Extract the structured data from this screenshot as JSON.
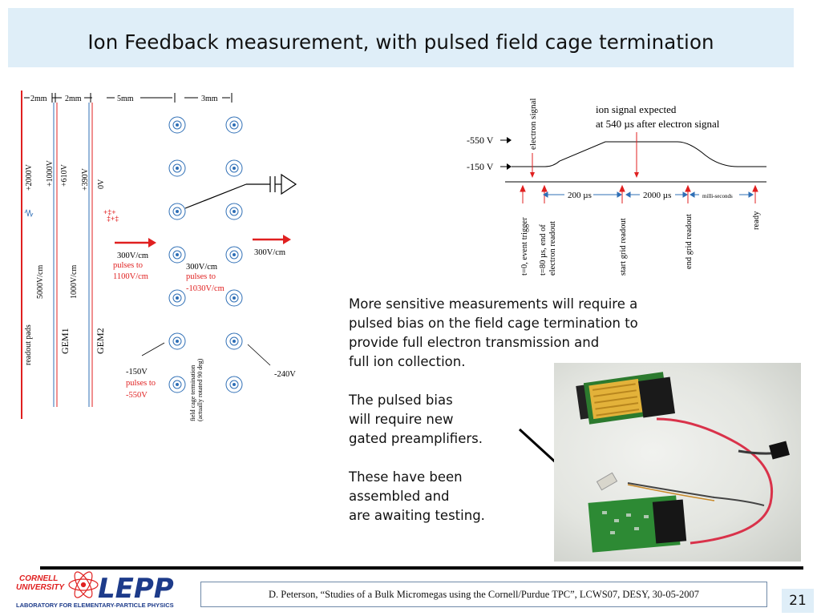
{
  "title": "Ion Feedback measurement, with pulsed field cage termination",
  "detector_diagram": {
    "gaps": [
      "2mm",
      "2mm",
      "5mm",
      "3mm"
    ],
    "voltages": [
      "+2000V",
      "+1000V",
      "+610V",
      "+390V",
      "0V"
    ],
    "field_labels": [
      "5000V/cm",
      "1000V/cm"
    ],
    "layer_labels": [
      "readout pads",
      "GEM1",
      "GEM2"
    ],
    "field_drift_left": "300V/cm",
    "pulse_left_1": "pulses to",
    "pulse_left_2": "1100V/cm",
    "field_mid": "300V/cm",
    "pulse_mid_1": "pulses to",
    "pulse_mid_2": "-1030V/cm",
    "field_right": "300V/cm",
    "v_bottom_left": "-150V",
    "pulse_bottom_1": "pulses to",
    "pulse_bottom_2": "-550V",
    "v_bottom_right": "-240V",
    "cage_label_1": "field cage termination",
    "cage_label_2": "(actually rotated 90 deg)"
  },
  "timing_diagram": {
    "y_label_high": "-550 V",
    "y_label_low": "-150 V",
    "electron_signal": "electron signal",
    "ion_expected_1": "ion signal expected",
    "ion_expected_2": "at 540 µs after electron signal",
    "interval_1": "200 µs",
    "interval_2": "2000 µs",
    "interval_3": "milli-seconds",
    "events": [
      "t=0, event trigger",
      "t=80 µs, end of",
      "electron readout",
      "start grid readout",
      "end grid readout",
      "ready"
    ]
  },
  "body": {
    "para1": [
      "More sensitive measurements will require a",
      "pulsed bias on the field cage termination to",
      "provide full electron transmission and",
      "full ion collection."
    ],
    "para2": [
      "The pulsed bias",
      "will require new",
      "gated preamplifiers."
    ],
    "para3": [
      "These have been",
      "assembled and",
      "are awaiting testing."
    ]
  },
  "logo": {
    "line1": "CORNELL",
    "line2": "UNIVERSITY",
    "mark": "LEPP",
    "sub": "LABORATORY FOR ELEMENTARY-PARTICLE PHYSICS"
  },
  "footer": "D. Peterson, “Studies of a Bulk Micromegas using the Cornell/Purdue TPC”, LCWS07, DESY, 30-05-2007",
  "page_number": "21",
  "colors": {
    "title_bg": "#dfeef8",
    "accent_red": "#e02020",
    "ring_blue": "#2f6fb6"
  }
}
